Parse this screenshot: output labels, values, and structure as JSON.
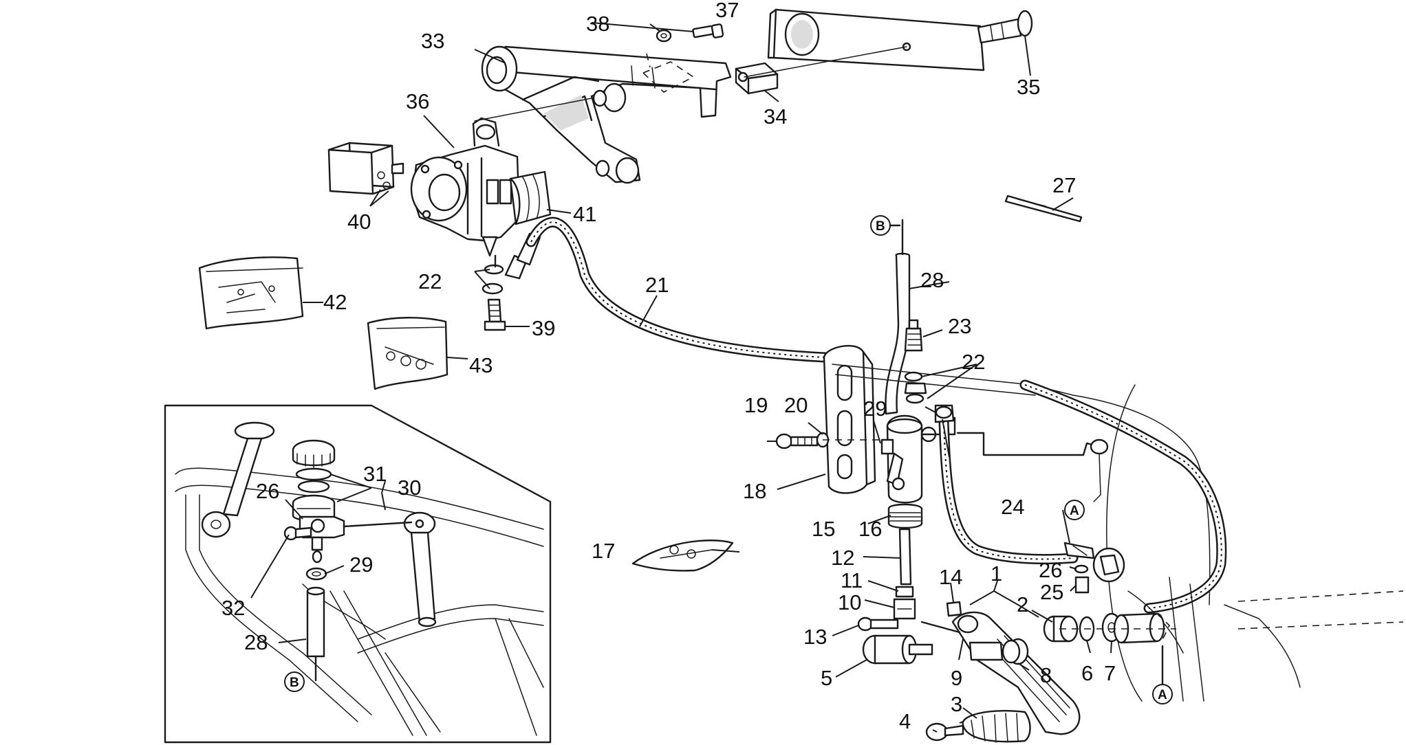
{
  "callouts": [
    {
      "id": "1",
      "text": "1"
    },
    {
      "id": "2",
      "text": "2"
    },
    {
      "id": "3",
      "text": "3"
    },
    {
      "id": "4",
      "text": "4"
    },
    {
      "id": "5",
      "text": "5"
    },
    {
      "id": "6",
      "text": "6"
    },
    {
      "id": "7",
      "text": "7"
    },
    {
      "id": "8",
      "text": "8"
    },
    {
      "id": "9",
      "text": "9"
    },
    {
      "id": "10",
      "text": "10"
    },
    {
      "id": "11",
      "text": "11"
    },
    {
      "id": "12",
      "text": "12"
    },
    {
      "id": "13",
      "text": "13"
    },
    {
      "id": "14",
      "text": "14"
    },
    {
      "id": "15",
      "text": "15"
    },
    {
      "id": "16",
      "text": "16"
    },
    {
      "id": "17",
      "text": "17"
    },
    {
      "id": "18",
      "text": "18"
    },
    {
      "id": "19",
      "text": "19"
    },
    {
      "id": "20",
      "text": "20"
    },
    {
      "id": "21",
      "text": "21"
    },
    {
      "id": "22a",
      "text": "22"
    },
    {
      "id": "22b",
      "text": "22"
    },
    {
      "id": "23",
      "text": "23"
    },
    {
      "id": "24",
      "text": "24"
    },
    {
      "id": "25",
      "text": "25"
    },
    {
      "id": "26a",
      "text": "26"
    },
    {
      "id": "26b",
      "text": "26"
    },
    {
      "id": "27",
      "text": "27"
    },
    {
      "id": "28a",
      "text": "28"
    },
    {
      "id": "28b",
      "text": "28"
    },
    {
      "id": "29a",
      "text": "29"
    },
    {
      "id": "29b",
      "text": "29"
    },
    {
      "id": "30",
      "text": "30"
    },
    {
      "id": "31",
      "text": "31"
    },
    {
      "id": "32",
      "text": "32"
    },
    {
      "id": "33",
      "text": "33"
    },
    {
      "id": "34",
      "text": "34"
    },
    {
      "id": "35",
      "text": "35"
    },
    {
      "id": "36",
      "text": "36"
    },
    {
      "id": "37",
      "text": "37"
    },
    {
      "id": "38",
      "text": "38"
    },
    {
      "id": "39",
      "text": "39"
    },
    {
      "id": "40",
      "text": "40"
    },
    {
      "id": "41",
      "text": "41"
    },
    {
      "id": "42",
      "text": "42"
    },
    {
      "id": "43",
      "text": "43"
    }
  ],
  "reference_markers": [
    {
      "id": "B-top",
      "text": "B"
    },
    {
      "id": "B-inset",
      "text": "B"
    },
    {
      "id": "A-upper",
      "text": "A"
    },
    {
      "id": "A-lower",
      "text": "A"
    }
  ]
}
